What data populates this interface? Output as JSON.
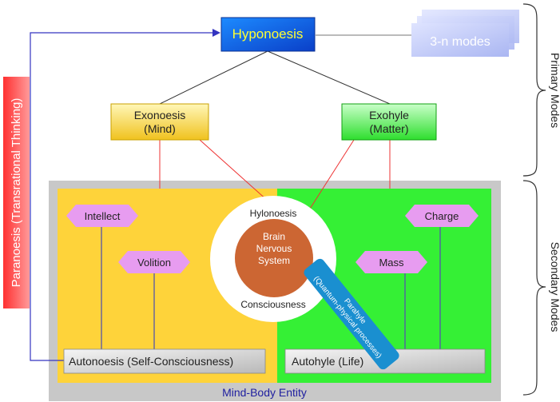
{
  "top": {
    "hyponoesis": "Hyponoesis",
    "modes": "3-n modes"
  },
  "primary": {
    "exonoesis_line1": "Exonoesis",
    "exonoesis_line2": "(Mind)",
    "exohyle_line1": "Exohyle",
    "exohyle_line2": "(Matter)"
  },
  "secondary": {
    "intellect": "Intellect",
    "volition": "Volition",
    "mass": "Mass",
    "charge": "Charge",
    "hylonoesis": "Hylonoesis",
    "consciousness": "Consciousness",
    "brain_line1": "Brain",
    "brain_line2": "Nervous",
    "brain_line3": "System",
    "parahyle_line1": "Parahyle",
    "parahyle_line2": "(Quantum-physical processes)",
    "autonoesis": "Autonoesis (Self-Consciousness)",
    "autohyle": "Autohyle (Life)",
    "entity": "Mind-Body Entity"
  },
  "side": {
    "paranoesis": "Paranoesis (Transrational Thinking)",
    "primary_modes": "Primary Modes",
    "secondary_modes": "Secondary Modes"
  },
  "colors": {
    "mind_yellow": "#fed33a",
    "matter_green": "#35f035",
    "panel_gray": "#c8c8c8",
    "link_blue": "#3434c0",
    "hypo_blue": "#1560e8",
    "brain_orange": "#cc6633",
    "parahyle_teal": "#1a8fd0",
    "hex_violet": "#e79cf0"
  }
}
